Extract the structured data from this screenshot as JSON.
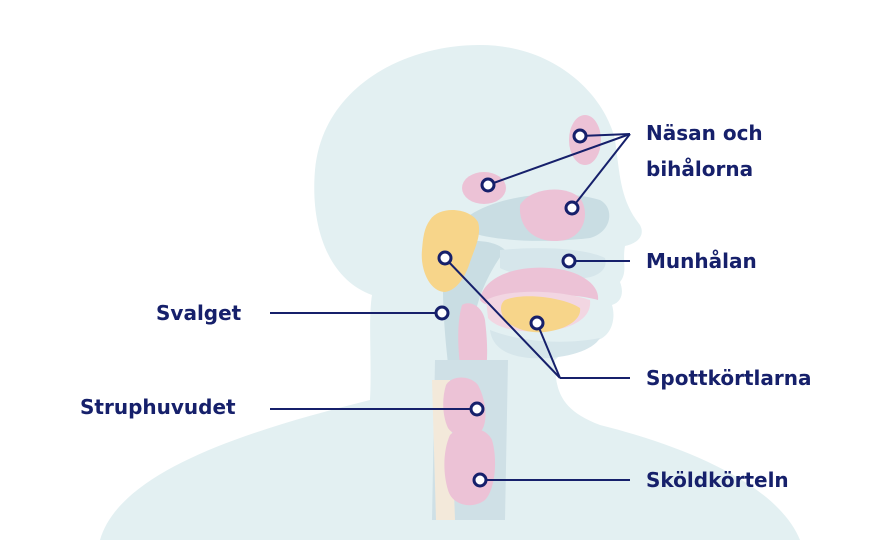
{
  "labels": {
    "nose_line1": "Näsan och",
    "nose_line2": "bihålorna",
    "mouth": "Munhålan",
    "salivary": "Spottkörtlarna",
    "thyroid": "Sköldkörteln",
    "pharynx": "Svalget",
    "larynx": "Struphuvudet"
  },
  "colors": {
    "head_silhouette": "#e3f0f2",
    "airway": "#c9dde3",
    "tissue_pink": "#ecc2d6",
    "tissue_pink_light": "#f2d6e2",
    "gland_yellow": "#f7d58a",
    "label_navy": "#16206b",
    "cartilage": "#f3e9da"
  }
}
